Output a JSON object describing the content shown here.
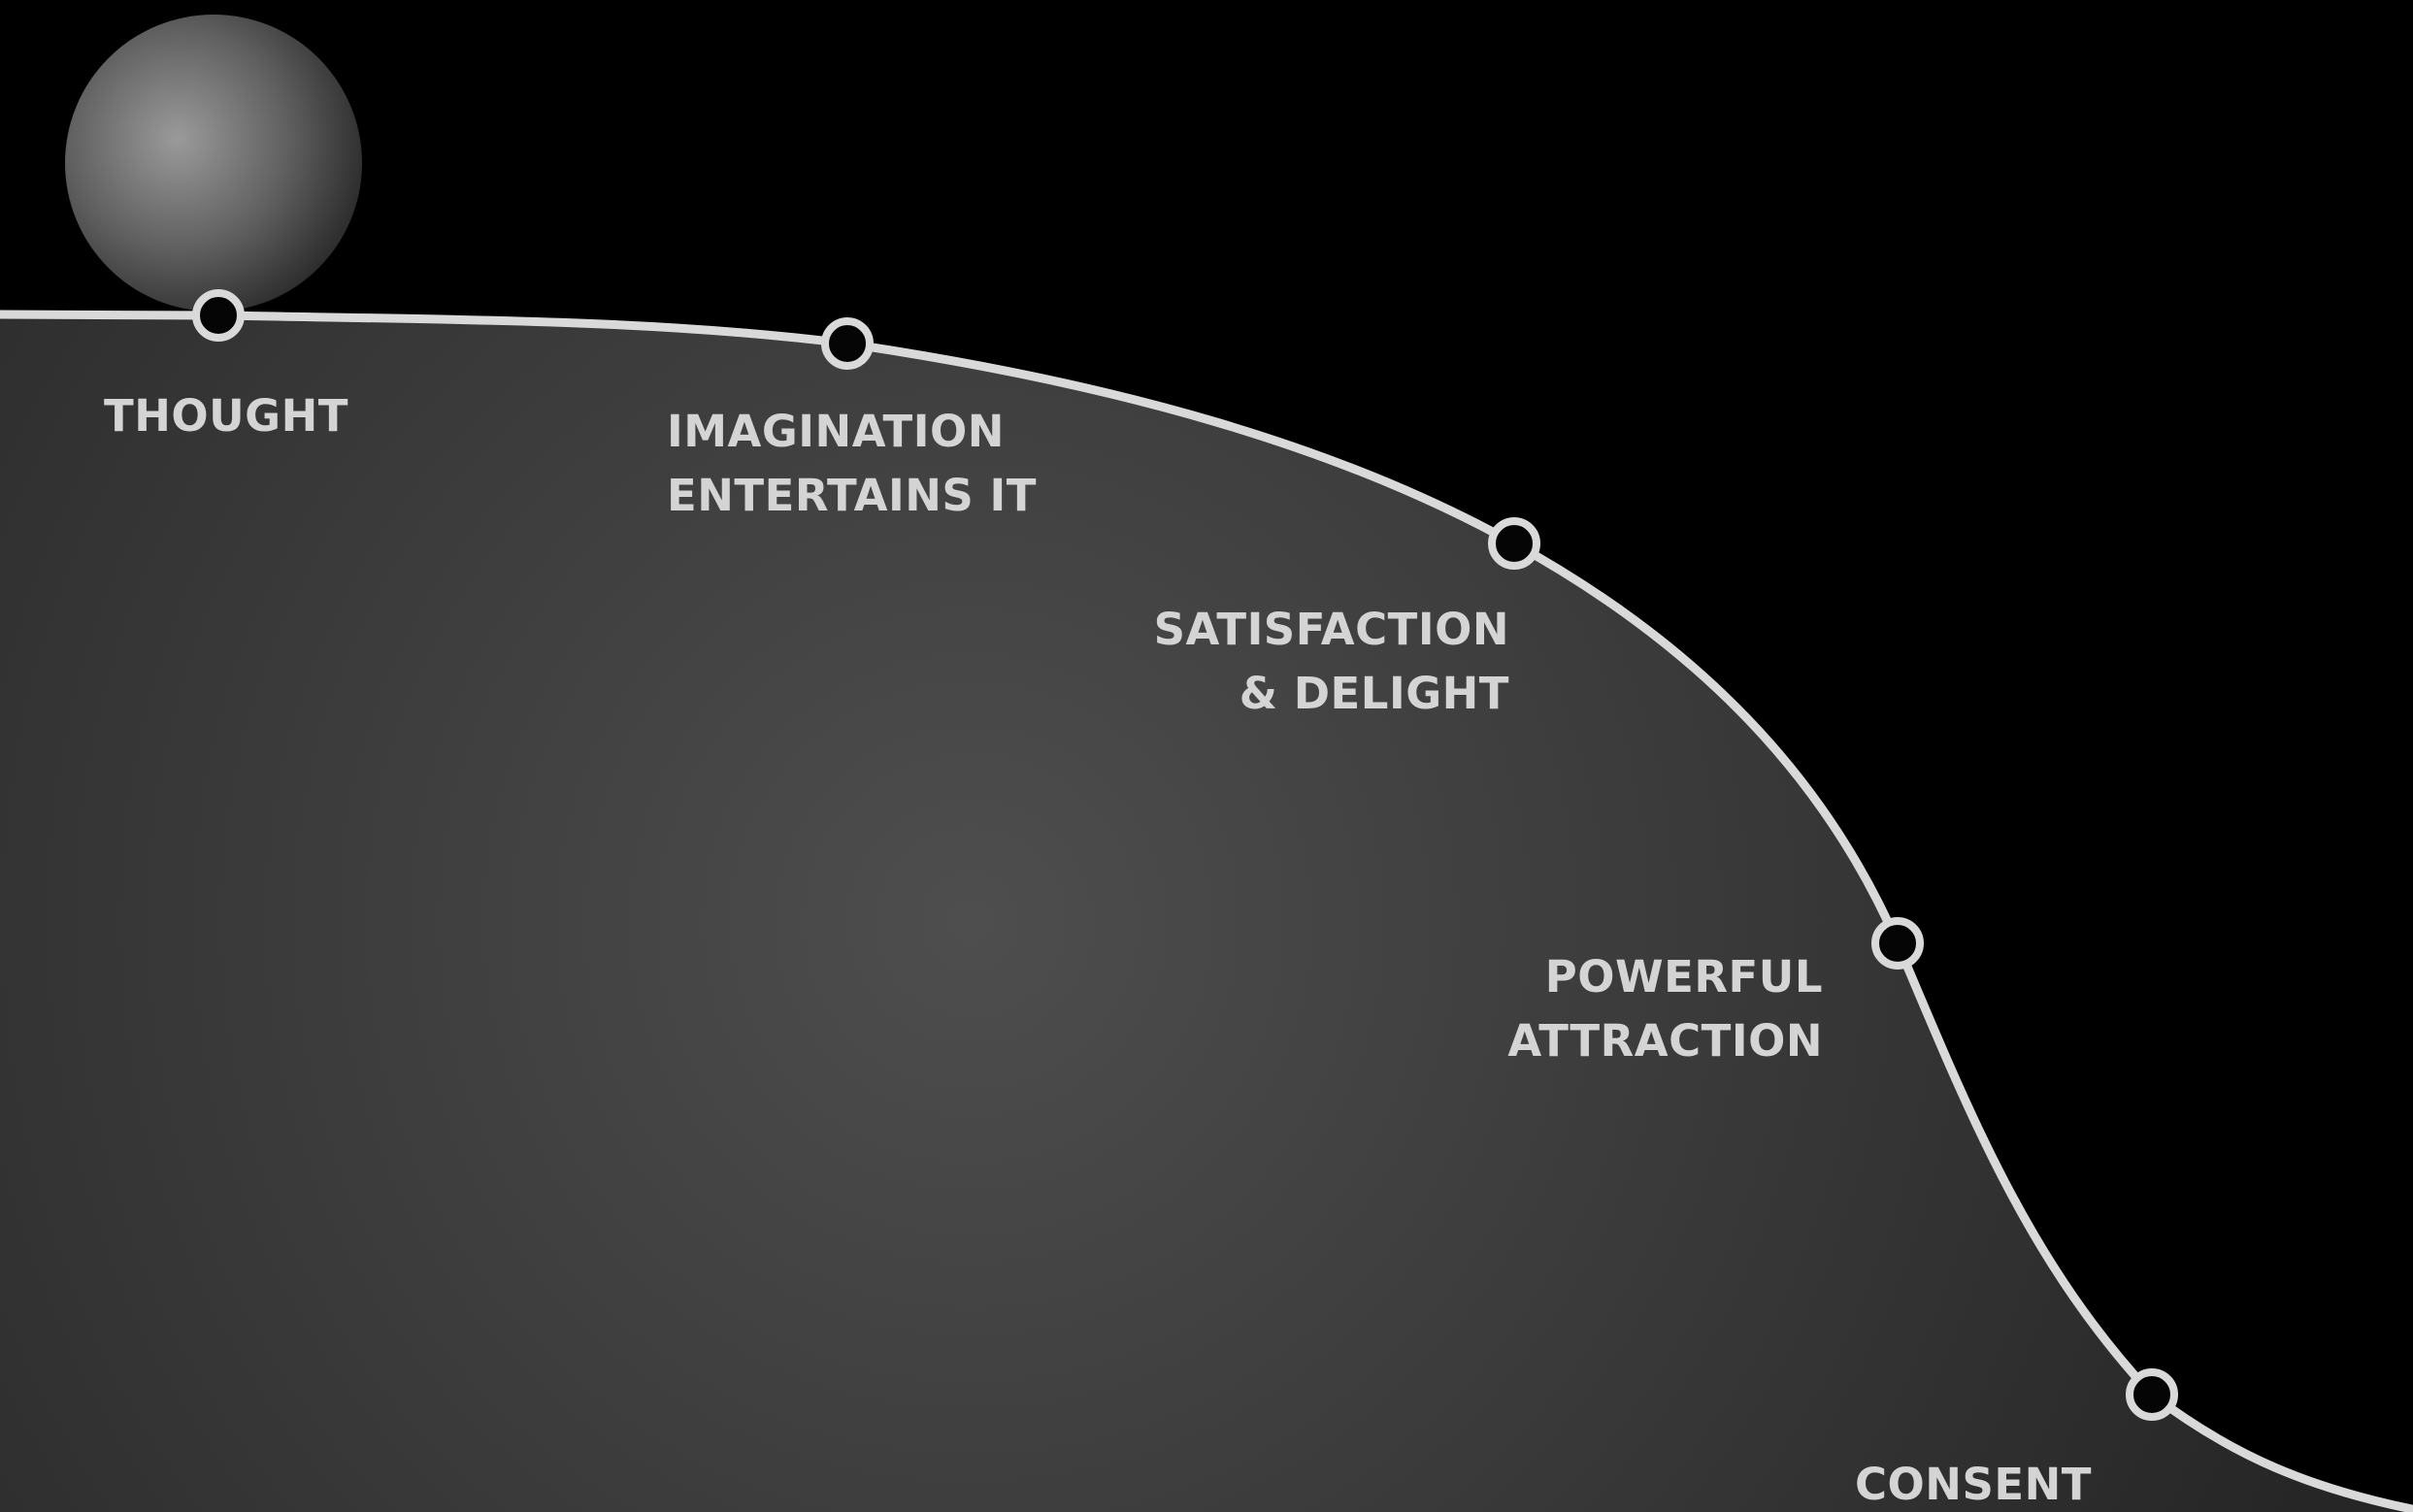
{
  "diagram": {
    "stages": [
      {
        "label_lines": [
          "THOUGHT"
        ]
      },
      {
        "label_lines": [
          "IMAGINATION",
          "ENTERTAINS IT"
        ]
      },
      {
        "label_lines": [
          "SATISFACTION",
          "& DELIGHT"
        ]
      },
      {
        "label_lines": [
          "POWERFUL",
          "ATTRACTION"
        ]
      },
      {
        "label_lines": [
          "CONSENT"
        ]
      }
    ],
    "colors": {
      "background": "#000000",
      "hill_light": "#4e4e4e",
      "hill_dark": "#262626",
      "curve": "#d9d9d9",
      "node_fill": "#050505",
      "label": "#d4d4d4"
    },
    "icons": [
      "sphere-icon"
    ]
  }
}
